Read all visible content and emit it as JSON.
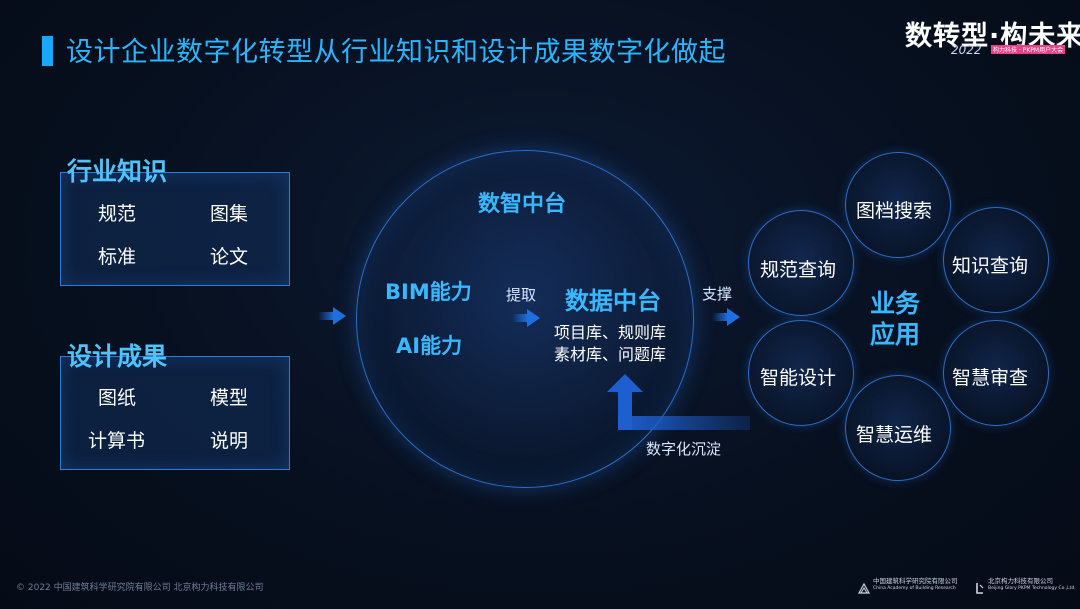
{
  "slide": {
    "title": "设计企业数字化转型从行业知识和设计成果数字化做起",
    "accent_color": "#29b6ff"
  },
  "event_logo": {
    "main": "数转型·构未来",
    "year": "2022",
    "sub": "构力科技 · PKPM用户大会"
  },
  "industry_knowledge": {
    "heading": "行业知识",
    "items": [
      "规范",
      "图集",
      "标准",
      "论文"
    ]
  },
  "design_results": {
    "heading": "设计成果",
    "items": [
      "图纸",
      "模型",
      "计算书",
      "说明"
    ]
  },
  "smart_platform": {
    "title": "数智中台",
    "bim": "BIM能力",
    "ai": "AI能力",
    "extract_label": "提取",
    "data_platform": "数据中台",
    "libraries_line1": "项目库、规则库",
    "libraries_line2": "素材库、问题库",
    "sediment_label": "数字化沉淀",
    "support_label": "支撑"
  },
  "business": {
    "line1": "业务",
    "line2": "应用",
    "apps": [
      "图档搜索",
      "规范查询",
      "知识查询",
      "智能设计",
      "智慧审查",
      "智慧运维"
    ]
  },
  "footer": {
    "copyright": "© 2022 中国建筑科学研究院有限公司 北京构力科技有限公司",
    "org1_cn": "中国建筑科学研究院有限公司",
    "org1_en": "China Academy of Building Research",
    "org2_cn": "北京构力科技有限公司",
    "org2_en": "Beijing Glory PKPM Technology Co.,Ltd."
  }
}
